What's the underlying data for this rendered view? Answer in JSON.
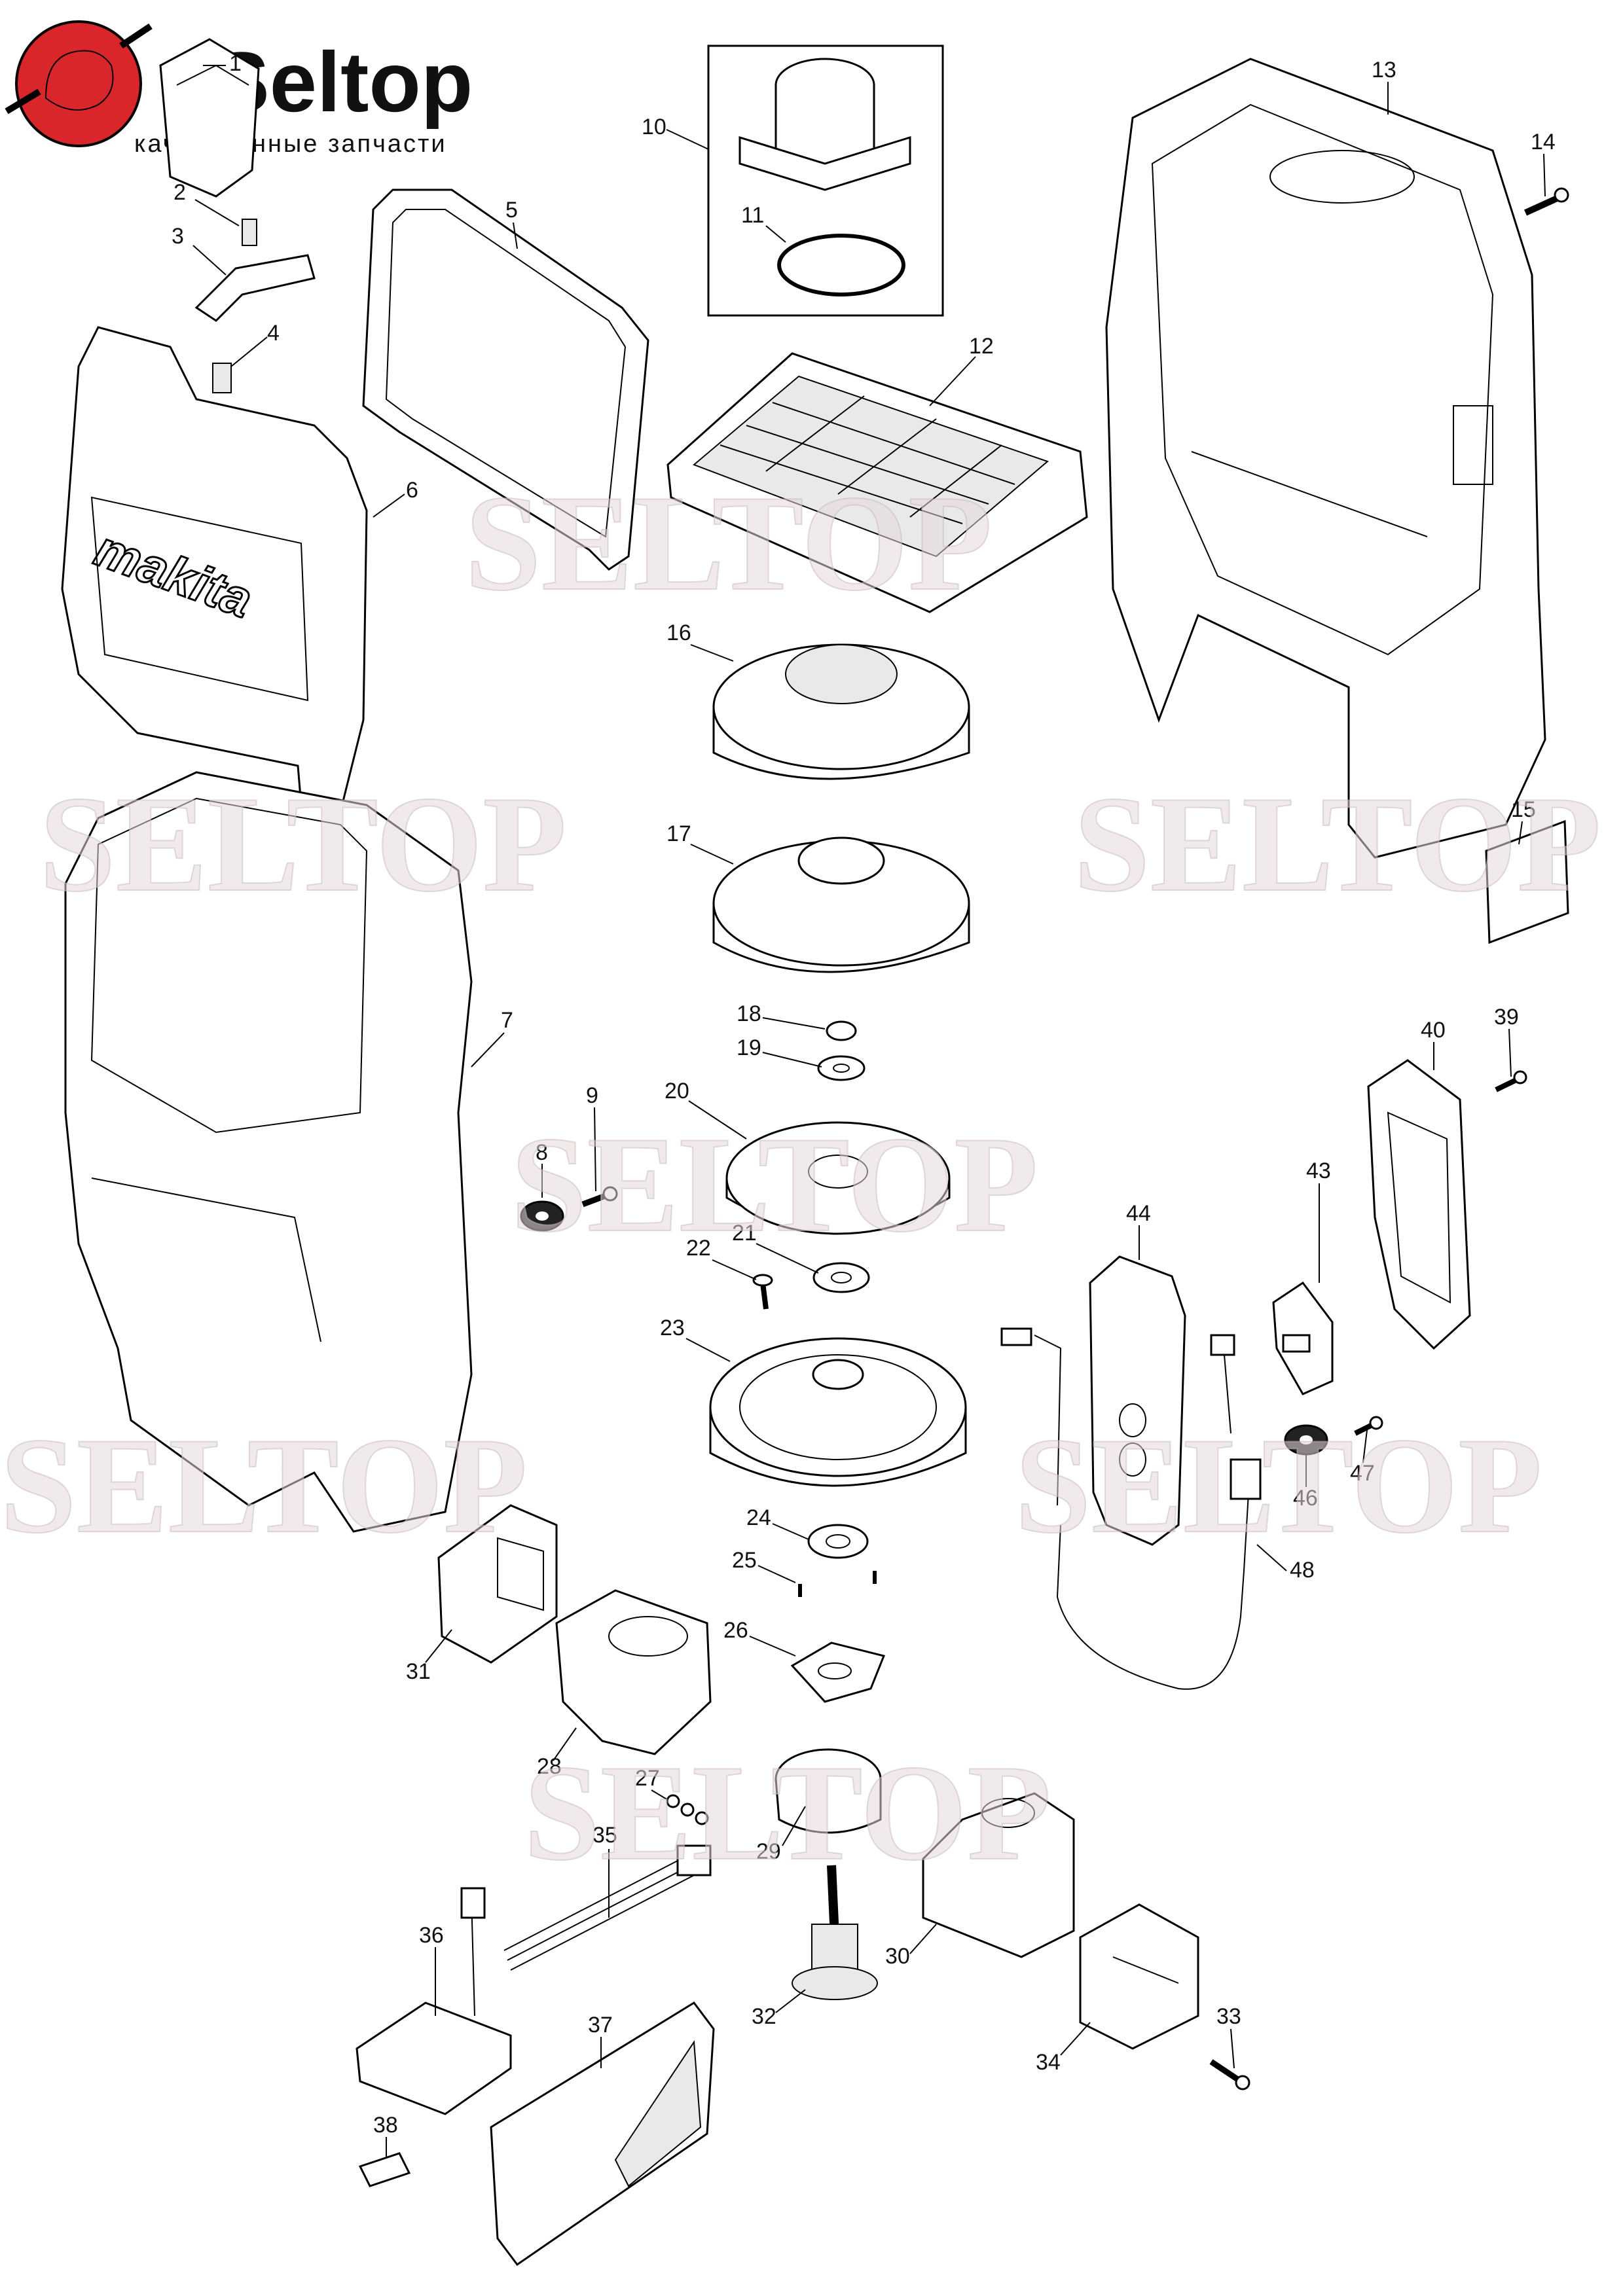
{
  "logo": {
    "brand": "Seltop",
    "tagline": "качественные запчасти"
  },
  "watermark": "SELTOP",
  "part_brand": "makita",
  "callouts": [
    "1",
    "2",
    "3",
    "4",
    "5",
    "6",
    "7",
    "8",
    "9",
    "10",
    "11",
    "12",
    "13",
    "14",
    "15",
    "16",
    "17",
    "18",
    "19",
    "20",
    "21",
    "22",
    "23",
    "24",
    "25",
    "26",
    "27",
    "28",
    "29",
    "30",
    "31",
    "32",
    "33",
    "34",
    "35",
    "36",
    "37",
    "38",
    "39",
    "40",
    "43",
    "44",
    "46",
    "47",
    "48"
  ],
  "colors": {
    "logo_red": "#d9262a",
    "watermark": "#e6d9d9"
  }
}
